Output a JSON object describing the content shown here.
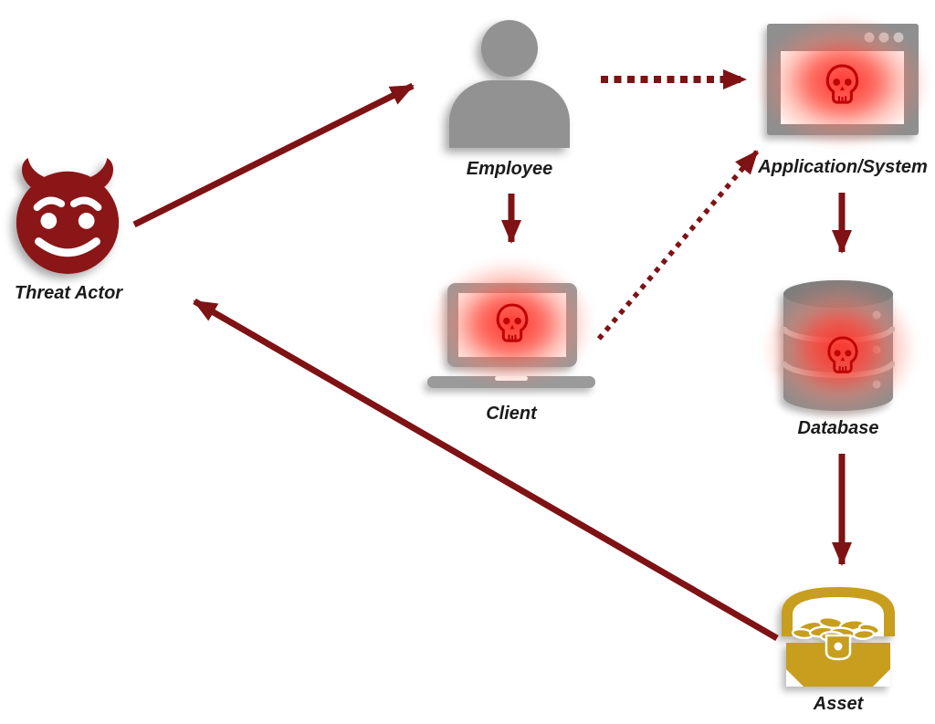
{
  "diagram": {
    "type": "attack-path-diagram",
    "nodes": [
      {
        "id": "threat-actor",
        "label": "Threat Actor",
        "icon": "devil-icon",
        "compromised": false
      },
      {
        "id": "employee",
        "label": "Employee",
        "icon": "person-icon",
        "compromised": false
      },
      {
        "id": "application",
        "label": "Application/System",
        "icon": "browser-window-icon",
        "compromised": true
      },
      {
        "id": "client",
        "label": "Client",
        "icon": "laptop-icon",
        "compromised": true
      },
      {
        "id": "database",
        "label": "Database",
        "icon": "database-cylinder-icon",
        "compromised": true
      },
      {
        "id": "asset",
        "label": "Asset",
        "icon": "treasure-chest-icon",
        "compromised": false
      }
    ],
    "edges": [
      {
        "from": "threat-actor",
        "to": "employee",
        "style": "solid"
      },
      {
        "from": "employee",
        "to": "application",
        "style": "dashed"
      },
      {
        "from": "employee",
        "to": "client",
        "style": "solid"
      },
      {
        "from": "client",
        "to": "application",
        "style": "dotted"
      },
      {
        "from": "application",
        "to": "database",
        "style": "solid"
      },
      {
        "from": "database",
        "to": "asset",
        "style": "solid"
      },
      {
        "from": "asset",
        "to": "threat-actor",
        "style": "solid"
      }
    ],
    "colors": {
      "arrow": "#7e1214",
      "devil": "#8a1618",
      "icon_gray": "#929292",
      "skull_red": "#c00505",
      "glow_red": "#ff4d40",
      "asset_gold": "#c79e1e",
      "label_text": "#1b1b1b",
      "background": "#ffffff"
    }
  }
}
